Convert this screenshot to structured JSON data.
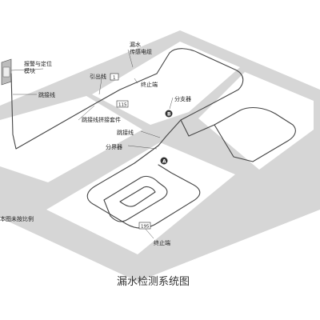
{
  "labels": {
    "alarm_module": "报警与定位\n模块",
    "jumper_top": "跳接线",
    "lead_wire": "引出线",
    "leak_sensing_cable": "漏水\n传感电缆",
    "end_top": "终止端",
    "jumper_splice": "跳接线拼接套件",
    "branch_box": "分支器",
    "jumper_mid": "跳接线",
    "splitter": "分界器",
    "scale_note": "本图未按比例",
    "end_bottom": "终止端",
    "caption": "漏水检测系统图"
  },
  "tags": {
    "tag_1": "1",
    "tag_115": "115",
    "tag_195": "195"
  },
  "markers": {
    "marker_a": "A",
    "marker_b": "B"
  },
  "colors": {
    "room_shade": "#d6d6d6",
    "line": "#444444",
    "marker": "#333333"
  }
}
